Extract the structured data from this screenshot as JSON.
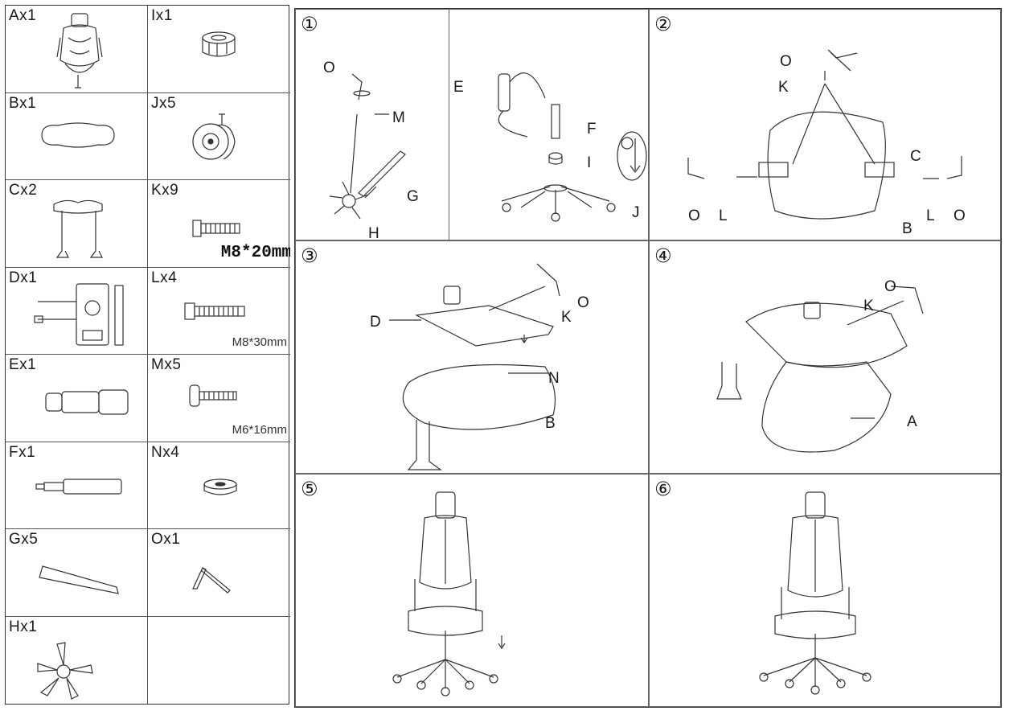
{
  "parts": [
    {
      "label": "Ax1",
      "icon": "backrest-seat-icon"
    },
    {
      "label": "Ix1",
      "icon": "sleeve-icon"
    },
    {
      "label": "Bx1",
      "icon": "seat-cushion-icon"
    },
    {
      "label": "Jx5",
      "icon": "caster-wheel-icon"
    },
    {
      "label": "Cx2",
      "icon": "armrest-icon"
    },
    {
      "label": "Kx9",
      "icon": "bolt-icon",
      "spec": "M8*20mm"
    },
    {
      "label": "Dx1",
      "icon": "mechanism-plate-icon"
    },
    {
      "label": "Lx4",
      "icon": "bolt-icon",
      "spec": "M8*30mm"
    },
    {
      "label": "Ex1",
      "icon": "gas-lift-cover-icon"
    },
    {
      "label": "Mx5",
      "icon": "screw-icon",
      "spec": "M6*16mm"
    },
    {
      "label": "Fx1",
      "icon": "gas-cylinder-icon"
    },
    {
      "label": "Nx4",
      "icon": "washer-icon"
    },
    {
      "label": "Gx5",
      "icon": "base-leg-icon"
    },
    {
      "label": "Ox1",
      "icon": "allen-key-icon"
    },
    {
      "label": "Hx1",
      "icon": "star-base-icon"
    },
    {
      "label": "",
      "icon": ""
    }
  ],
  "steps": {
    "s1": {
      "num": "①",
      "labels": {
        "O": "O",
        "M": "M",
        "G": "G",
        "H": "H",
        "E": "E",
        "F": "F",
        "I": "I",
        "J": "J"
      }
    },
    "s2": {
      "num": "②",
      "labels": {
        "O1": "O",
        "K": "K",
        "C": "C",
        "O2": "O",
        "L1": "L",
        "L2": "L",
        "O3": "O",
        "B": "B"
      }
    },
    "s3": {
      "num": "③",
      "labels": {
        "D": "D",
        "K": "K",
        "O": "O",
        "N": "N",
        "B": "B"
      }
    },
    "s4": {
      "num": "④",
      "labels": {
        "O": "O",
        "K": "K",
        "A": "A"
      }
    },
    "s5": {
      "num": "⑤"
    },
    "s6": {
      "num": "⑥"
    }
  }
}
